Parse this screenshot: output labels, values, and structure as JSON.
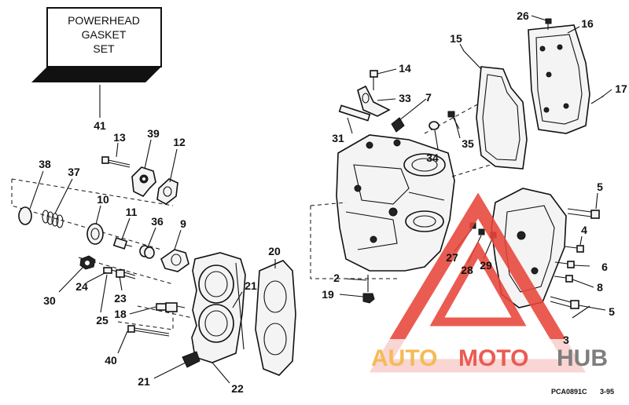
{
  "box": {
    "line1": "POWERHEAD",
    "line2": "GASKET",
    "line3": "SET"
  },
  "callouts": {
    "n41": "41",
    "n13": "13",
    "n39": "39",
    "n12": "12",
    "n38": "38",
    "n37": "37",
    "n10": "10",
    "n11": "11",
    "n36": "36",
    "n9": "9",
    "n30": "30",
    "n24": "24",
    "n25": "25",
    "n23": "23",
    "n18": "18",
    "n40": "40",
    "n21a": "21",
    "n21b": "21",
    "n22": "22",
    "n20": "20",
    "n2": "2",
    "n19": "19",
    "n31": "31",
    "n14": "14",
    "n33": "33",
    "n7": "7",
    "n34": "34",
    "n35": "35",
    "n15": "15",
    "n26": "26",
    "n16": "16",
    "n17": "17",
    "n5a": "5",
    "n4": "4",
    "n6": "6",
    "n8": "8",
    "n5b": "5",
    "n3": "3",
    "n27": "27",
    "n28": "28",
    "n29": "29"
  },
  "footer": {
    "code": "PCA0891C",
    "date": "3-95"
  },
  "watermark": {
    "part1": "AUTO",
    "part2": "MOTO",
    "part3": "HUB"
  },
  "colors": {
    "wm_orange": "#f3b23c",
    "wm_red": "#e8453b",
    "wm_gray": "#6d6d6d",
    "ink": "#111111"
  }
}
